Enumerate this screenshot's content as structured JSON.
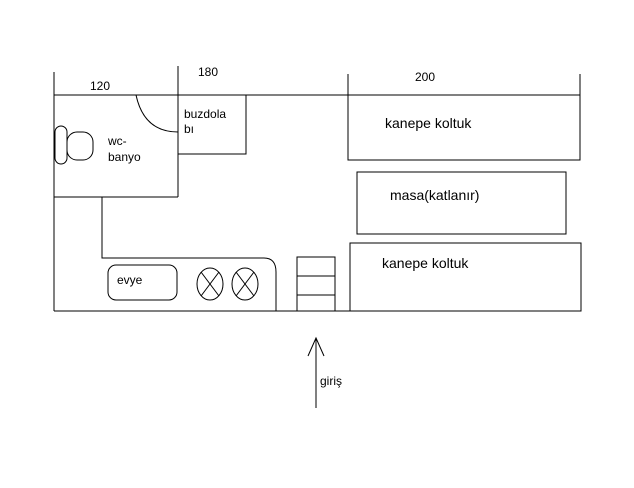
{
  "dimensions": {
    "left": "120",
    "middle": "180",
    "right": "200"
  },
  "rooms": {
    "wc": {
      "line1": "wc-",
      "line2": "banyo"
    },
    "fridge": {
      "line1": "buzdola",
      "line2": "bı"
    },
    "sofa_top": "kanepe koltuk",
    "table": "masa(katlanır)",
    "sofa_bottom": "kanepe koltuk",
    "sink": "evye"
  },
  "entrance": {
    "label": "giriş"
  }
}
